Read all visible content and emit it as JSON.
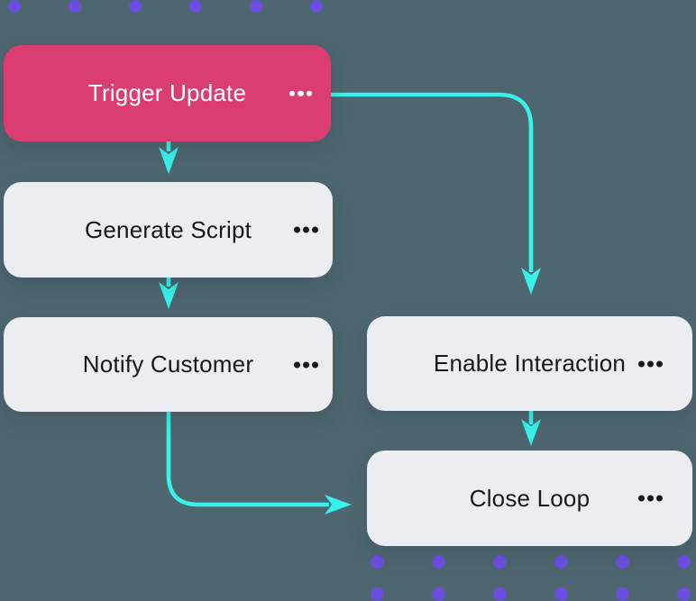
{
  "diagram": {
    "title": "workflow-flowchart",
    "nodes": [
      {
        "id": "trigger-update",
        "label": "Trigger Update",
        "variant": "accent",
        "menu_icon": "ellipsis-menu"
      },
      {
        "id": "generate-script",
        "label": "Generate Script",
        "variant": "light",
        "menu_icon": "ellipsis-menu"
      },
      {
        "id": "notify-customer",
        "label": "Notify Customer",
        "variant": "light",
        "menu_icon": "ellipsis-menu"
      },
      {
        "id": "enable-interaction",
        "label": "Enable Interaction",
        "variant": "light",
        "menu_icon": "ellipsis-menu"
      },
      {
        "id": "close-loop",
        "label": "Close Loop",
        "variant": "light",
        "menu_icon": "ellipsis-menu"
      }
    ],
    "edges": [
      {
        "from": "trigger-update",
        "to": "generate-script"
      },
      {
        "from": "generate-script",
        "to": "notify-customer"
      },
      {
        "from": "trigger-update",
        "to": "enable-interaction"
      },
      {
        "from": "notify-customer",
        "to": "close-loop"
      },
      {
        "from": "enable-interaction",
        "to": "close-loop"
      }
    ]
  },
  "colors": {
    "background": "#4D666F",
    "accent_node": "#D93D72",
    "light_node": "#ECEDF3",
    "connector": "#36F2EA",
    "decor_dot": "#6B4EE1",
    "accent_text": "#FFFFFF",
    "dark_text": "#17171D"
  },
  "decor": {
    "top_row_dots": 6,
    "bottom_row_dots": 6,
    "bottom_rows": 2
  }
}
